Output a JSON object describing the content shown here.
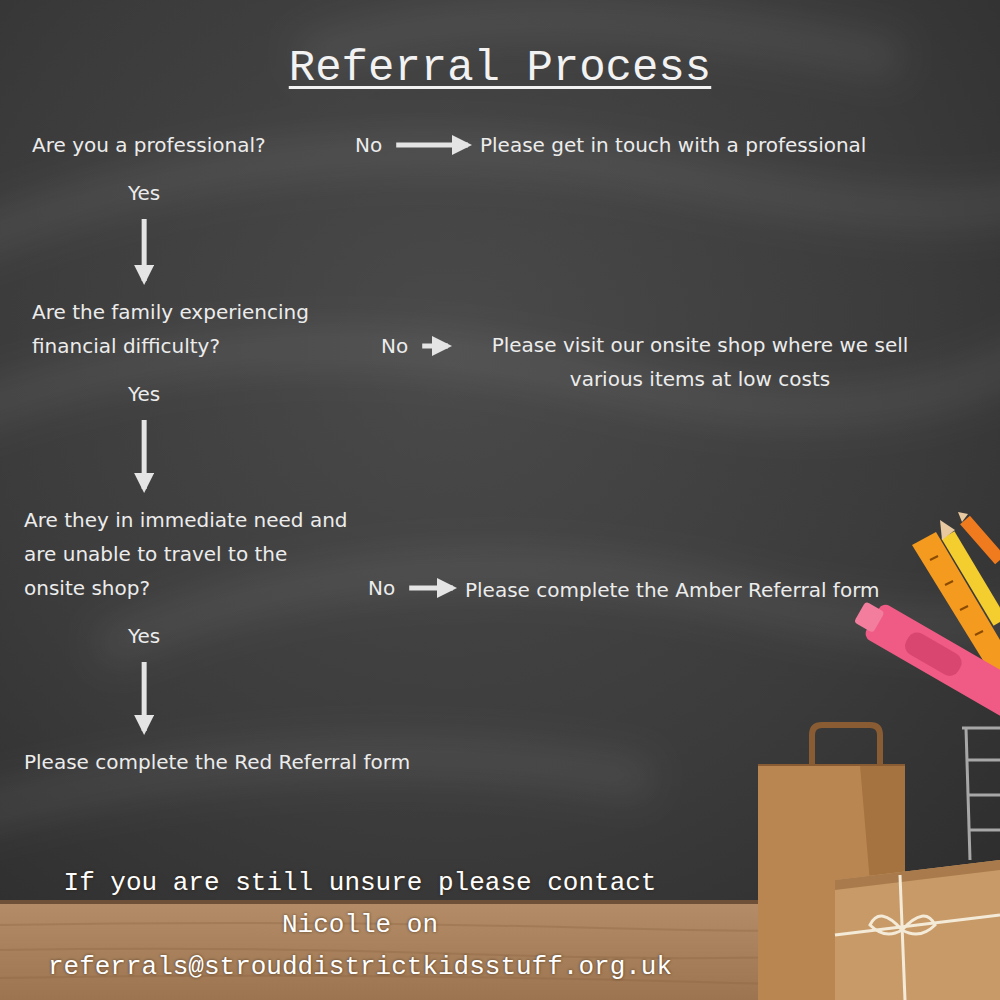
{
  "diagram": {
    "title": "Referral Process",
    "nodes": [
      {
        "text": [
          "Are you a professional?"
        ]
      },
      {
        "text": [
          "Please get in touch with a professional"
        ]
      },
      {
        "text": [
          "Are the family experiencing financial difficulty?"
        ]
      },
      {
        "text": [
          "Please visit our onsite shop where we sell various items at low costs"
        ]
      },
      {
        "text": [
          "Are they in immediate need and are unable to travel to the onsite shop?"
        ]
      },
      {
        "text": [
          "Please complete the Amber Referral form"
        ]
      },
      {
        "text": [
          "Please complete the Red Referral form"
        ]
      }
    ],
    "edges": [
      {
        "from": 0,
        "to": 1,
        "label": "No",
        "arrow": "to"
      },
      {
        "from": 0,
        "to": 2,
        "label": "Yes",
        "arrow": "to"
      },
      {
        "from": 2,
        "to": 3,
        "label": "No",
        "arrow": "to"
      },
      {
        "from": 2,
        "to": 4,
        "label": "Yes",
        "arrow": "to"
      },
      {
        "from": 4,
        "to": 5,
        "label": "No",
        "arrow": "to"
      },
      {
        "from": 4,
        "to": 6,
        "label": "Yes",
        "arrow": "to"
      }
    ],
    "labels": [
      "If you are still unsure please contact Nicolle on referrals@strouddistrictkidsstuff.org.uk"
    ]
  }
}
